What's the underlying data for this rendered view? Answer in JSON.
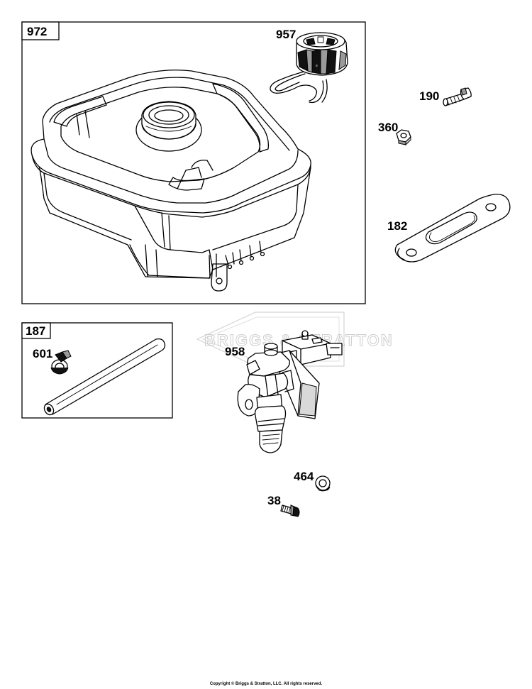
{
  "groups": [
    {
      "id": "972",
      "label": "972"
    },
    {
      "id": "187",
      "label": "187"
    }
  ],
  "parts": [
    {
      "id": "957",
      "label": "957"
    },
    {
      "id": "190",
      "label": "190"
    },
    {
      "id": "360",
      "label": "360"
    },
    {
      "id": "182",
      "label": "182"
    },
    {
      "id": "601",
      "label": "601"
    },
    {
      "id": "958",
      "label": "958"
    },
    {
      "id": "464",
      "label": "464"
    },
    {
      "id": "38",
      "label": "38"
    }
  ],
  "watermark": "BRIGGS & STRATTON",
  "copyright": "Copyright © Briggs & Stratton, LLC. All rights reserved."
}
